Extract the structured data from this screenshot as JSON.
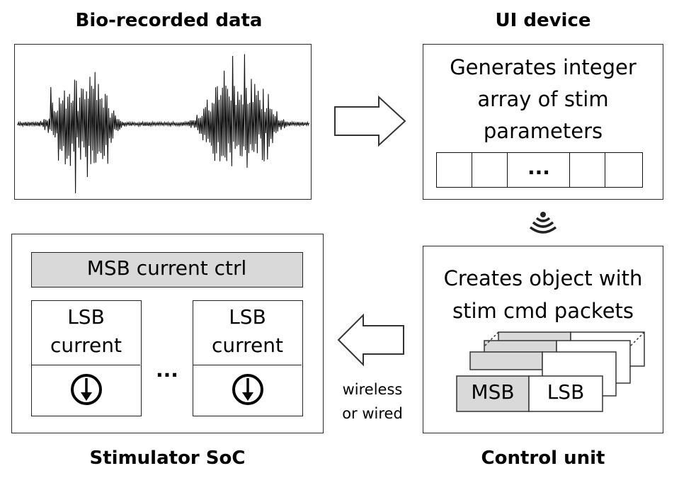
{
  "titles": {
    "bio": "Bio-recorded data",
    "ui": "UI device",
    "stim": "Stimulator SoC",
    "control": "Control unit"
  },
  "ui_device": {
    "line1": "Generates integer",
    "line2": "array of stim",
    "line3": "parameters",
    "ellipsis": "..."
  },
  "control_unit": {
    "line1": "Creates object with",
    "line2": "stim cmd packets",
    "msb": "MSB",
    "lsb": "LSB"
  },
  "stimulator": {
    "msb_ctrl": "MSB current ctrl",
    "lsb_line1": "LSB",
    "lsb_line2": "current",
    "ellipsis": "..."
  },
  "link": {
    "line1": "wireless",
    "line2": "or wired"
  },
  "icons": [
    "waveform-icon",
    "arrow-right-icon",
    "wireless-signal-icon",
    "arrow-left-icon",
    "current-source-icon"
  ]
}
